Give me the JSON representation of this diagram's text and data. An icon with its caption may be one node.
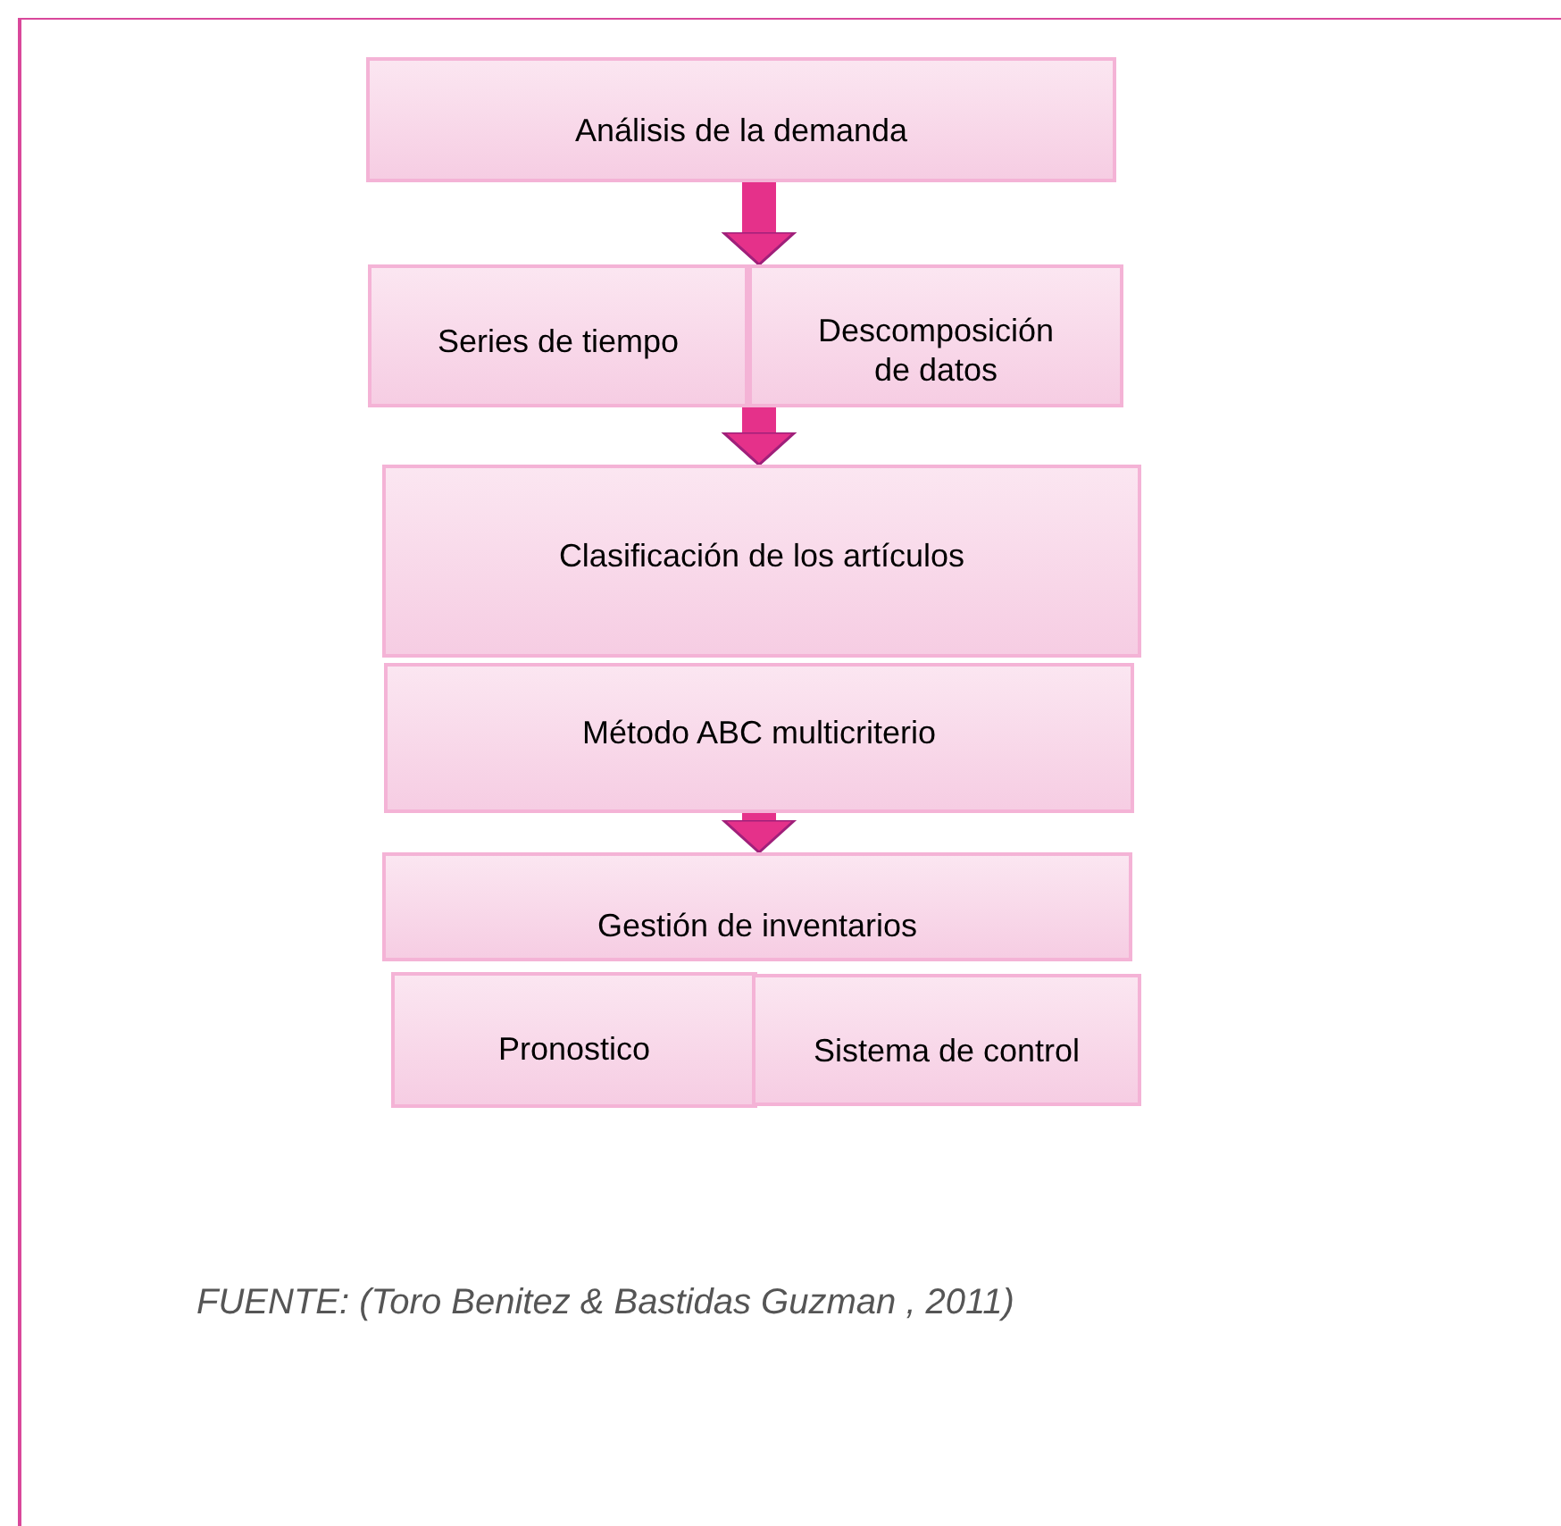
{
  "diagram": {
    "caption": "FUENTE: (Toro Benitez & Bastidas Guzman , 2011)",
    "nodes": [
      {
        "text": [
          "Análisis de la demanda"
        ]
      },
      {
        "text": [
          "Series de tiempo"
        ]
      },
      {
        "text": [
          "Descomposición de datos"
        ]
      },
      {
        "text": [
          "Clasificación de los artículos"
        ]
      },
      {
        "text": [
          "Método ABC multicriterio"
        ]
      },
      {
        "text": [
          "Gestión de inventarios"
        ]
      },
      {
        "text": [
          "Pronostico"
        ]
      },
      {
        "text": [
          "Sistema de control"
        ]
      }
    ],
    "edges": [
      {
        "from": 0,
        "to": 1,
        "arrow": "to"
      },
      {
        "from": 0,
        "to": 2,
        "arrow": "to"
      },
      {
        "from": 1,
        "to": 3,
        "arrow": "to"
      },
      {
        "from": 2,
        "to": 3,
        "arrow": "to"
      },
      {
        "from": 4,
        "to": 5,
        "arrow": "to"
      }
    ]
  }
}
